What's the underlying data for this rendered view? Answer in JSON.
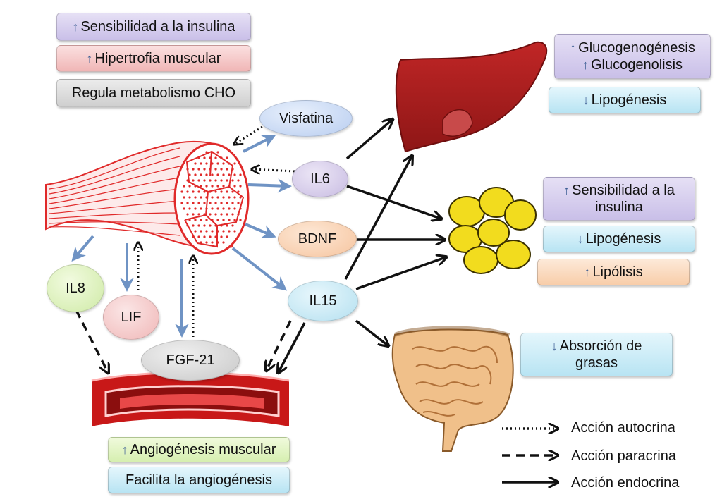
{
  "muscle_effects": {
    "insulin_sensitivity": "Sensibilidad a la insulina",
    "muscle_hypertrophy": "Hipertrofia muscular",
    "cho_metabolism": "Regula metabolismo CHO"
  },
  "liver_effects": {
    "gluconeogenesis": "Glucogenogénesis",
    "glycogenolysis": "Glucogenolisis",
    "lipogenesis": "Lipogénesis"
  },
  "adipose_effects": {
    "insulin_sensitivity_line1": "Sensibilidad a la",
    "insulin_sensitivity_line2": "insulina",
    "lipogenesis": "Lipogénesis",
    "lipolysis": "Lipólisis"
  },
  "intestine_effects": {
    "fat_absorption_line1": "Absorción de",
    "fat_absorption_line2": "grasas"
  },
  "vessel_effects": {
    "muscle_angiogenesis": "Angiogénesis muscular",
    "facilitates_angiogenesis": "Facilita la angiogénesis"
  },
  "myokines": {
    "visfatina": "Visfatina",
    "il6": "IL6",
    "bdnf": "BDNF",
    "il15": "IL15",
    "il8": "IL8",
    "lif": "LIF",
    "fgf21": "FGF-21"
  },
  "legend": {
    "autocrine": "Acción autocrina",
    "paracrine": "Acción paracrina",
    "endocrine": "Acción endocrina"
  },
  "colors": {
    "muscle": "#e02a2a",
    "liver": "#b02020",
    "fat": "#f2dc1e",
    "intestine": "#e8a868",
    "blue_arrow": "#6f93c4",
    "black_arrow": "#111111"
  }
}
